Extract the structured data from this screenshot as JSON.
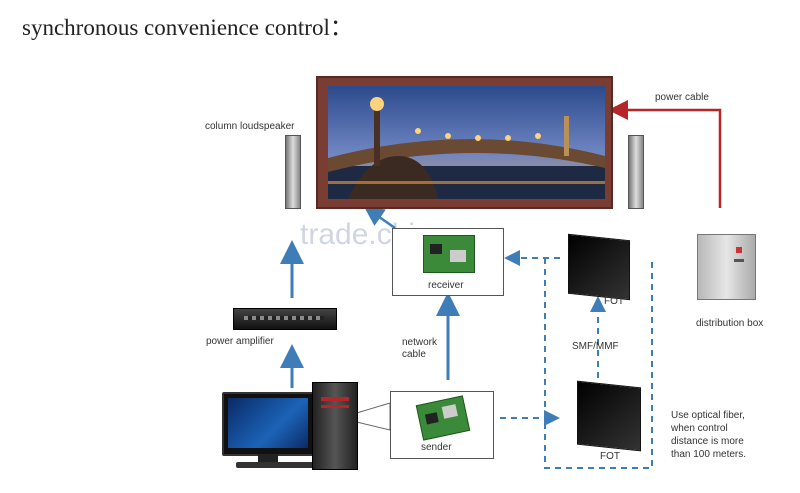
{
  "title": "synchronous convenience control：",
  "labels": {
    "column_loudspeaker": "column loudspeaker",
    "power_cable": "power cable",
    "receiver": "receiver",
    "power_amplifier": "power amplifier",
    "network_cable": "network\ncable",
    "fot_top": "FOT",
    "fot_bottom": "FOT",
    "smf_mmf": "SMF/MMF",
    "distribution_box": "distribution box",
    "sender": "sender",
    "fiber_note": "Use optical fiber,\nwhen control\ndistance is more\nthan 100 meters."
  },
  "watermark": "trade.china.cn",
  "colors": {
    "arrow_blue": "#3f7db8",
    "power_red": "#b5262a",
    "frame": "#8a4a3c"
  },
  "icons": [
    "speaker-icon",
    "screen-photo",
    "board-icon",
    "amplifier-icon",
    "computer-icon",
    "fot-device-icon",
    "distribution-box-icon"
  ]
}
